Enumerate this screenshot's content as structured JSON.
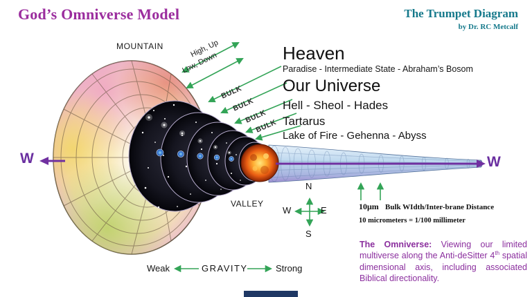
{
  "header": {
    "title": "God’s Omniverse Model",
    "diagram_title": "The Trumpet Diagram",
    "byline": "by Dr. RC Metcalf"
  },
  "terrain": {
    "mountain": "MOUNTAIN",
    "valley": "VALLEY"
  },
  "direction_band": {
    "high": "High, Up",
    "low": "Low, Down"
  },
  "bulk_label": "BULK",
  "realms": {
    "heaven": "Heaven",
    "heaven_sub": "Paradise - Intermediate State - Abraham’s Bosom",
    "universe": "Our Universe",
    "hell": "Hell - Sheol - Hades",
    "tartarus": "Tartarus",
    "lake": "Lake of Fire - Gehenna - Abyss"
  },
  "axis": {
    "west_left": "W",
    "west_right": "W"
  },
  "compass": {
    "n": "N",
    "e": "E",
    "s": "S",
    "w": "W"
  },
  "bulk_width": {
    "value": "10μm",
    "desc": "Bulk WIdth/Inter-brane Distance",
    "conversion": "10 micrometers = 1/100 millimeter"
  },
  "gravity": {
    "weak": "Weak",
    "label": "GRAVITY",
    "strong": "Strong"
  },
  "note": {
    "bold": "The Omniverse:",
    "part1": "  Viewing our limited multiverse along the Anti-deSitter 4",
    "sup": "th",
    "part2": " spatial dimensional axis, including associated Biblical directionality."
  },
  "colors": {
    "title_magenta": "#9B2D9E",
    "teal": "#15798B",
    "axis_purple": "#7030A0",
    "arrow_green": "#33A457",
    "note_purple": "#8B2F9E",
    "footer_navy": "#1F3864",
    "fire_orange": "#E85C12",
    "tube_blue": "#BCD7EE"
  }
}
